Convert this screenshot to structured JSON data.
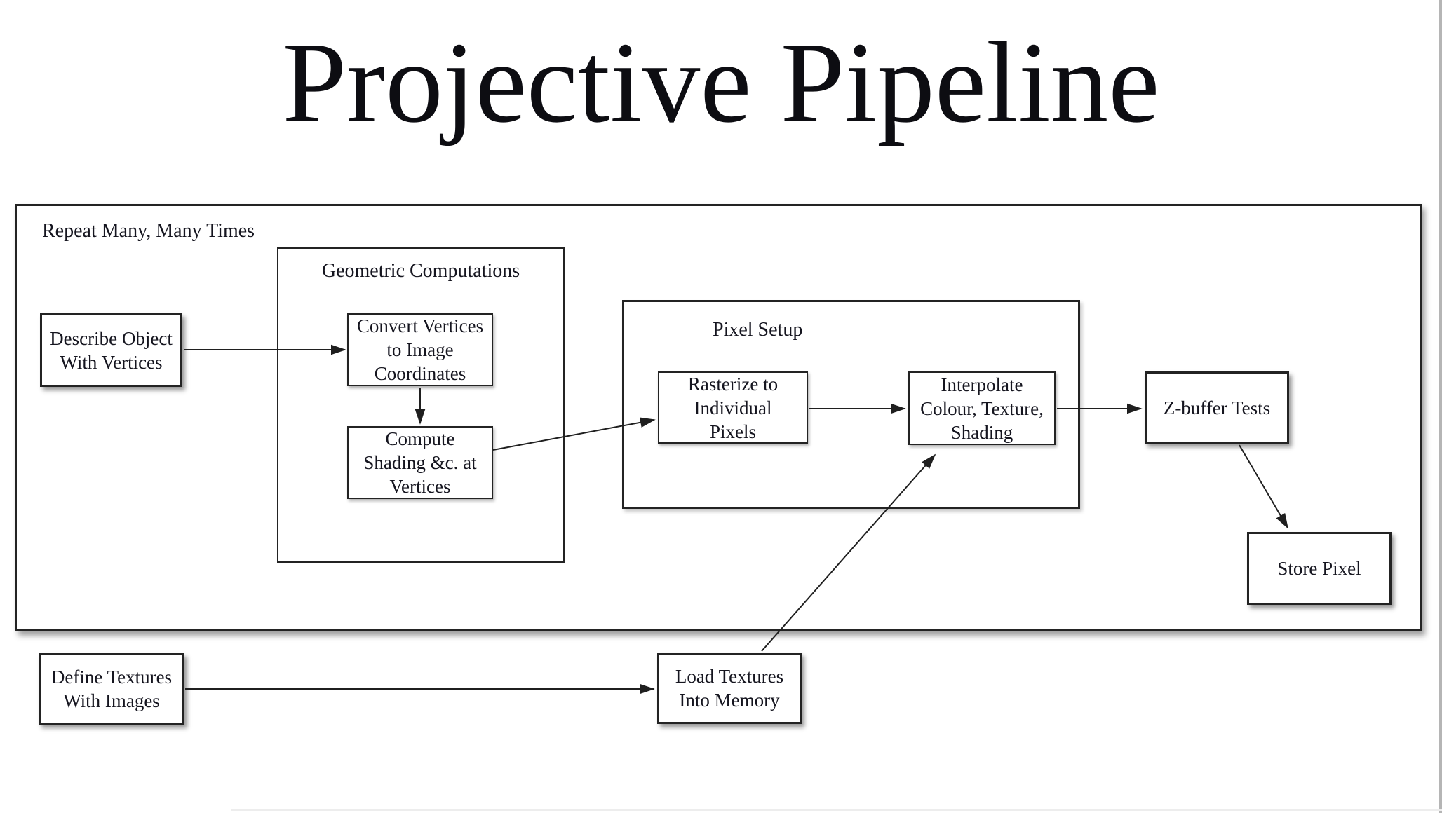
{
  "title": "Projective Pipeline",
  "diagram": {
    "repeat_label": "Repeat Many, Many Times",
    "groups": {
      "geometric": {
        "label": "Geometric Computations"
      },
      "pixel_setup": {
        "label": "Pixel Setup"
      }
    },
    "nodes": {
      "describe_object": {
        "lines": [
          "Describe Object",
          "With Vertices"
        ]
      },
      "convert_vertices": {
        "lines": [
          "Convert Vertices",
          "to Image",
          "Coordinates"
        ]
      },
      "compute_shading": {
        "lines": [
          "Compute",
          "Shading &c. at",
          "Vertices"
        ]
      },
      "rasterize": {
        "lines": [
          "Rasterize to",
          "Individual",
          "Pixels"
        ]
      },
      "interpolate": {
        "lines": [
          "Interpolate",
          "Colour, Texture,",
          "Shading"
        ]
      },
      "zbuffer": {
        "lines": [
          "Z-buffer Tests"
        ]
      },
      "store_pixel": {
        "lines": [
          "Store Pixel"
        ]
      },
      "define_textures": {
        "lines": [
          "Define Textures",
          "With Images"
        ]
      },
      "load_textures": {
        "lines": [
          "Load Textures",
          "Into Memory"
        ]
      }
    },
    "flows": [
      "describe_object -> convert_vertices",
      "convert_vertices -> compute_shading",
      "compute_shading -> rasterize",
      "rasterize -> interpolate",
      "interpolate -> zbuffer",
      "zbuffer -> store_pixel",
      "define_textures -> load_textures",
      "load_textures -> interpolate"
    ]
  },
  "colors": {
    "text": "#15151f",
    "line": "#1f1f1f",
    "box_border": "#232323",
    "background": "#ffffff",
    "right_edge_strip": "#b5b5b5"
  }
}
